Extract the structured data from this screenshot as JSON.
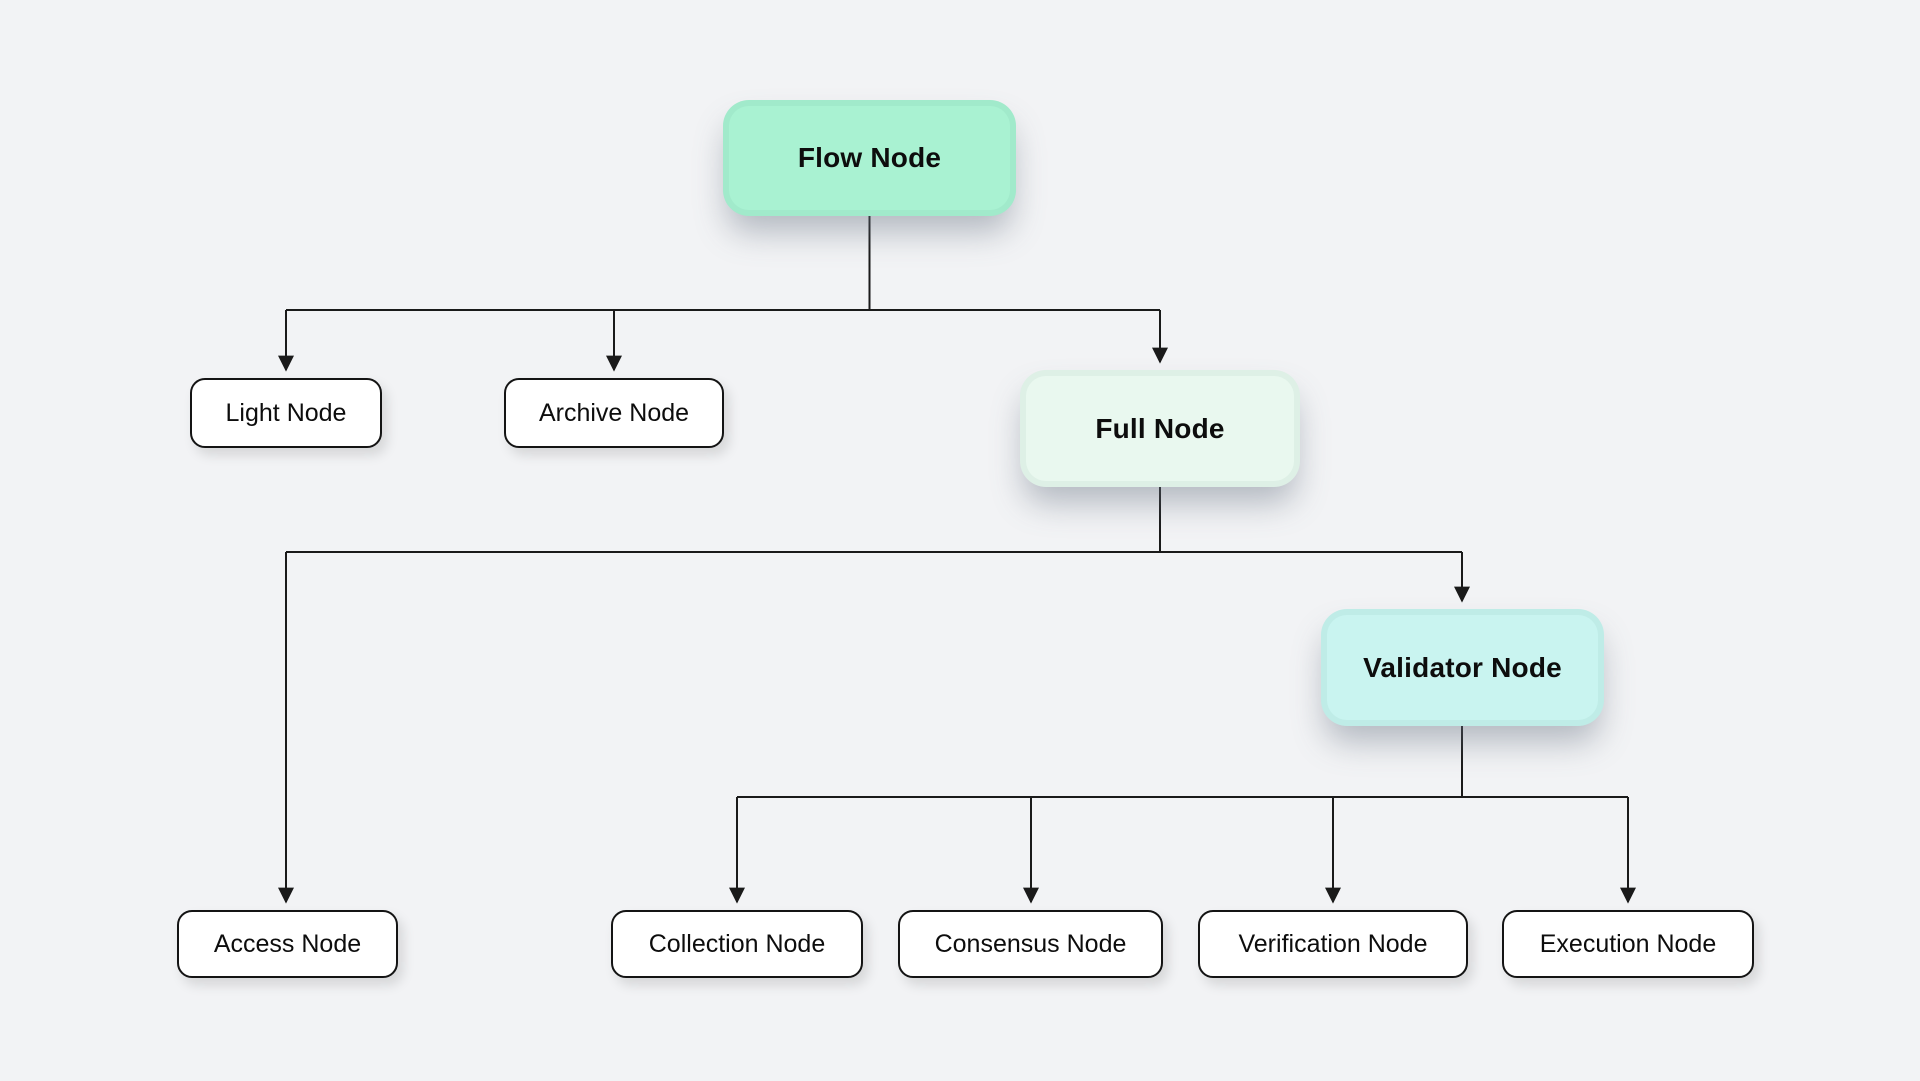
{
  "page": {
    "background": "#f2f3f5"
  },
  "diagram": {
    "type": "tree",
    "connector_color": "#1a1a1a",
    "nodes": {
      "flow": {
        "label": "Flow Node",
        "fill": "#a9f2d2"
      },
      "light": {
        "label": "Light Node",
        "fill": "#ffffff"
      },
      "archive": {
        "label": "Archive Node",
        "fill": "#ffffff"
      },
      "full": {
        "label": "Full Node",
        "fill": "#e9f8ef"
      },
      "access": {
        "label": "Access Node",
        "fill": "#ffffff"
      },
      "validator": {
        "label": "Validator Node",
        "fill": "#c9f4f0"
      },
      "collection": {
        "label": "Collection Node",
        "fill": "#ffffff"
      },
      "consensus": {
        "label": "Consensus Node",
        "fill": "#ffffff"
      },
      "verification": {
        "label": "Verification Node",
        "fill": "#ffffff"
      },
      "execution": {
        "label": "Execution Node",
        "fill": "#ffffff"
      }
    },
    "edges": [
      {
        "from": "Flow Node",
        "to": "Light Node"
      },
      {
        "from": "Flow Node",
        "to": "Archive Node"
      },
      {
        "from": "Flow Node",
        "to": "Full Node"
      },
      {
        "from": "Full Node",
        "to": "Access Node"
      },
      {
        "from": "Full Node",
        "to": "Validator Node"
      },
      {
        "from": "Validator Node",
        "to": "Collection Node"
      },
      {
        "from": "Validator Node",
        "to": "Consensus Node"
      },
      {
        "from": "Validator Node",
        "to": "Verification Node"
      },
      {
        "from": "Validator Node",
        "to": "Execution Node"
      }
    ]
  }
}
